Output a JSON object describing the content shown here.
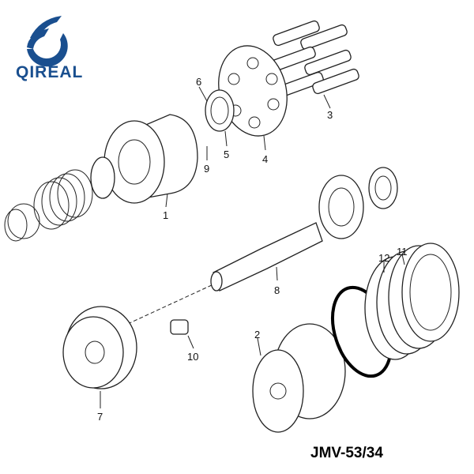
{
  "logo": {
    "text": "QIREAL",
    "color": "#1a4f8f"
  },
  "title": "JMV-53/34",
  "part_labels": [
    "1",
    "2",
    "3",
    "4",
    "5",
    "6",
    "7",
    "8",
    "9",
    "10",
    "11",
    "12"
  ]
}
